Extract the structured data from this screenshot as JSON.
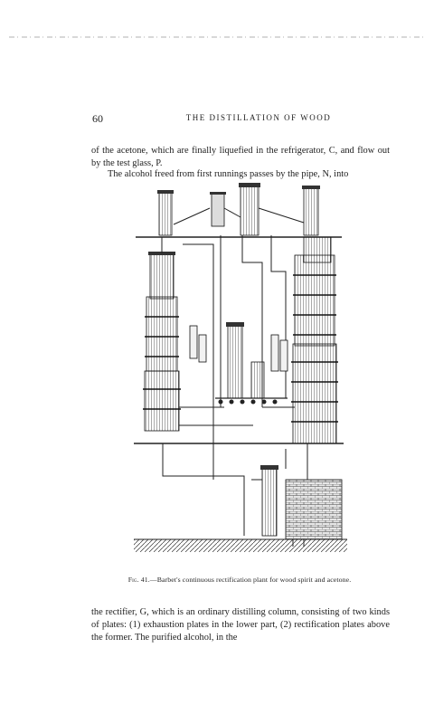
{
  "page": {
    "number": "60",
    "running_head": "THE DISTILLATION OF WOOD"
  },
  "body": {
    "paragraph_1": "of the acetone, which are finally liquefied in the refrigerator, C, and flow out by the test glass, P.",
    "paragraph_2": "The alcohol freed from first runnings passes by the pipe, N, into",
    "paragraph_3": "the rectifier, G, which is an ordinary distilling column, consisting of two kinds of plates: (1) exhaustion plates in the lower part, (2) rectification plates above the former. The purified alcohol, in the"
  },
  "figure": {
    "number": "Fig. 41.",
    "caption": "—Barbet's continuous rectification plant for wood spirit and acetone."
  }
}
